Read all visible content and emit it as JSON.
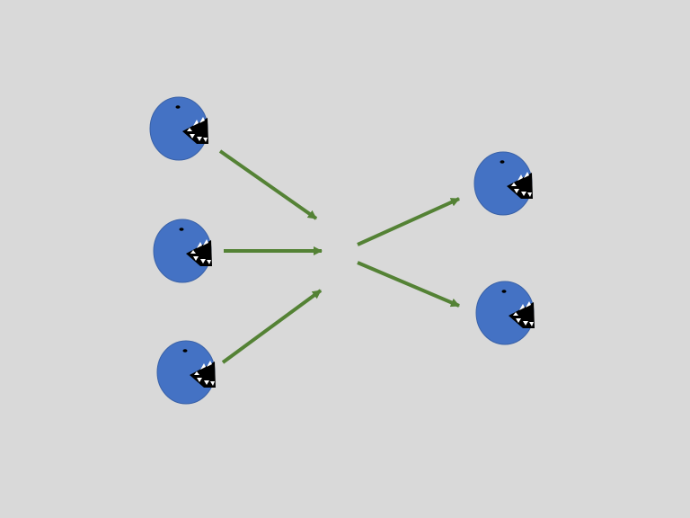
{
  "colors": {
    "background": "#d9d9d9",
    "creature_fill": "#4472c4",
    "creature_stroke": "#3a62a8",
    "eye": "#000000",
    "mouth": "#000000",
    "teeth": "#ffffff",
    "arrow": "#548235"
  },
  "creatures": {
    "input": [
      {
        "name": "creature-input-1",
        "icon": "chomper-icon"
      },
      {
        "name": "creature-input-2",
        "icon": "chomper-icon"
      },
      {
        "name": "creature-input-3",
        "icon": "chomper-icon"
      }
    ],
    "output": [
      {
        "name": "creature-output-1",
        "icon": "chomper-icon"
      },
      {
        "name": "creature-output-2",
        "icon": "chomper-icon"
      }
    ]
  },
  "arrows": [
    {
      "name": "arrow-input-1-to-center"
    },
    {
      "name": "arrow-input-2-to-center"
    },
    {
      "name": "arrow-input-3-to-center"
    },
    {
      "name": "arrow-center-to-output-1"
    },
    {
      "name": "arrow-center-to-output-2"
    }
  ]
}
